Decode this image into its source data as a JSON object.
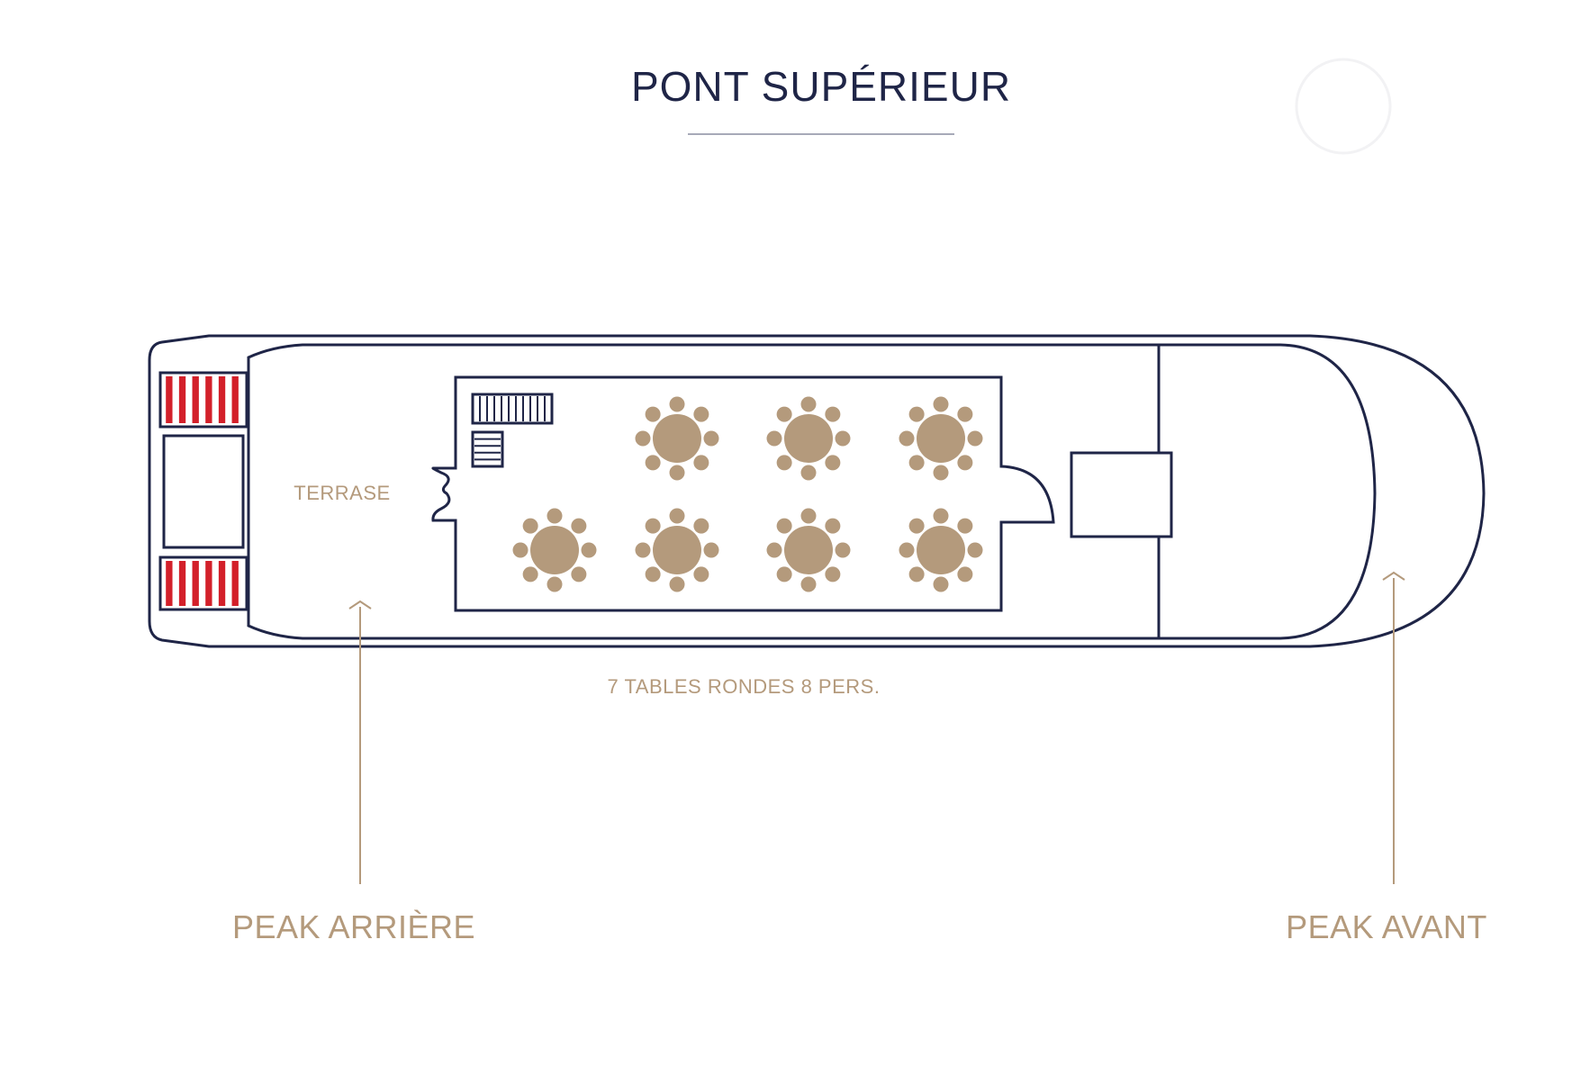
{
  "deck": {
    "title": "PONT SUPÉRIEUR"
  },
  "labels": {
    "terrace": "TERRASE",
    "tables": "7 TABLES RONDES 8 PERS.",
    "peak_rear": "PEAK ARRIÈRE",
    "peak_front": "PEAK AVANT"
  },
  "layout": {
    "table_count": 7,
    "seats_per_table": 8
  },
  "colors": {
    "outline": "#1f2547",
    "accent": "#b49a7c",
    "table": "#b49a7c",
    "hatch": "#d3202a",
    "background": "#ffffff"
  }
}
